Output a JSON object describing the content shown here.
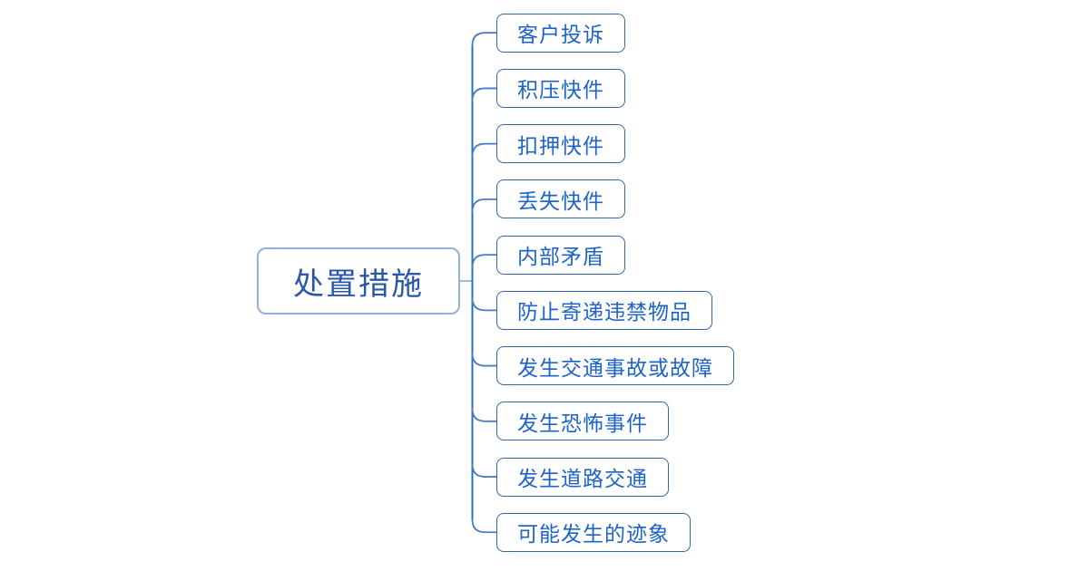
{
  "diagram": {
    "type": "mindmap",
    "root": {
      "label": "处置措施"
    },
    "children": [
      {
        "label": "客户投诉"
      },
      {
        "label": "积压快件"
      },
      {
        "label": "扣押快件"
      },
      {
        "label": "丢失快件"
      },
      {
        "label": "内部矛盾"
      },
      {
        "label": "防止寄递违禁物品"
      },
      {
        "label": "发生交通事故或故障"
      },
      {
        "label": "发生恐怖事件"
      },
      {
        "label": "发生道路交通"
      },
      {
        "label": "可能发生的迹象"
      }
    ],
    "colors": {
      "background": "#FFFFFF",
      "root_border": "#8FB2DE",
      "root_text": "#2A58A9",
      "child_border": "#3566A8",
      "child_text": "#1E63C8",
      "spine_line": "#2B6FC4",
      "branch_line": "#4A7CC0",
      "root_link_line": "#9BBCE4"
    }
  }
}
